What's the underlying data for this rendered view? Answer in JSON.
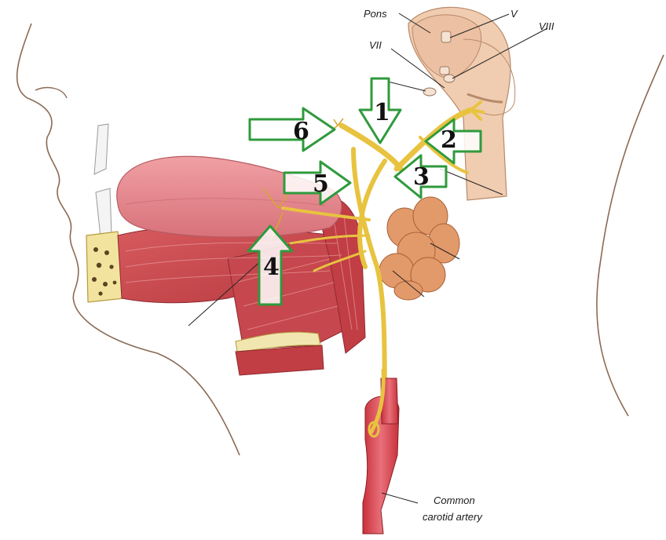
{
  "labels": {
    "pons": "Pons",
    "v": "V",
    "vii": "VII",
    "viii": "VIII",
    "carotid_line1": "Common",
    "carotid_line2": "carotid artery"
  },
  "markers": [
    "1",
    "2",
    "3",
    "4",
    "5",
    "6"
  ],
  "colors": {
    "nerve": "#f2d24a",
    "arrow_stroke": "#2f9a3c",
    "tongue": "#e58b8f",
    "muscle": "#c9444a",
    "gland": "#e39a6a",
    "artery": "#d4403f",
    "brainstem": "#f0ccb0",
    "bone": "#f2e39e"
  }
}
